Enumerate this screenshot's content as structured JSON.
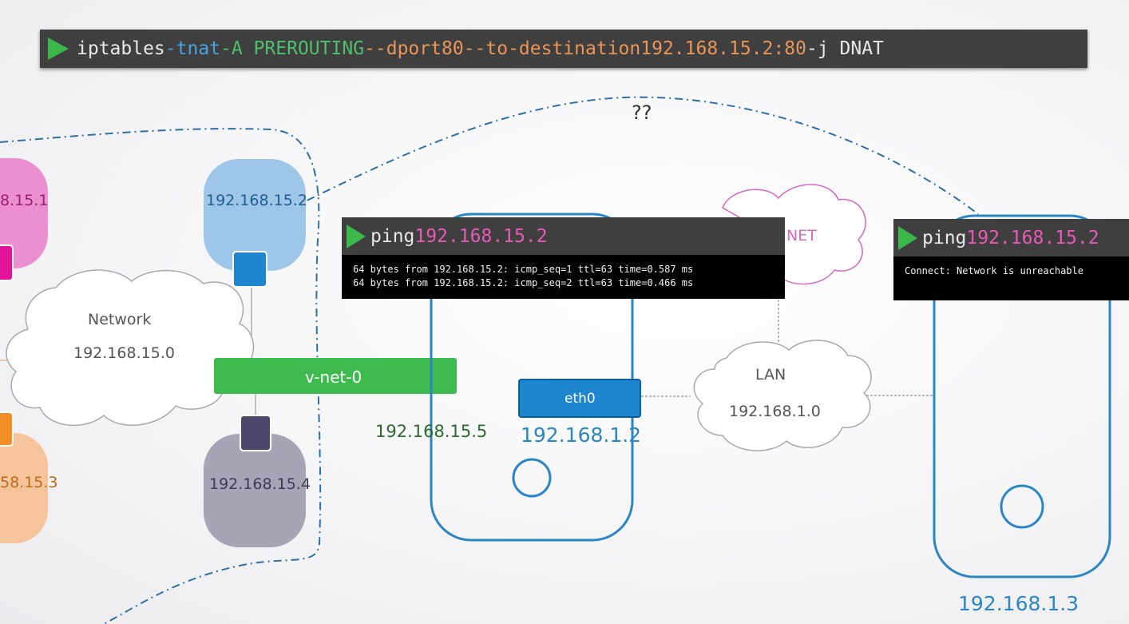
{
  "command": {
    "prefix": "iptables",
    "flag_t": "-t",
    "table": "nat",
    "chain": "-A PREROUTING",
    "dport_flag": "--dport",
    "dport": "80",
    "dest_flag": "--to-destination",
    "dest": "192.168.15.2:80",
    "jump": "-j DNAT"
  },
  "question": "??",
  "nodes": {
    "pink_ip": "8.15.1",
    "blue_ip": "192.168.15.2",
    "orange_ip": "58.15.3",
    "gray_ip": "192.168.15.4"
  },
  "network_cloud": {
    "title": "Network",
    "subnet": "192.168.15.0"
  },
  "bridge": {
    "label": "v-net-0",
    "ip": "192.168.15.5"
  },
  "host1": {
    "iface": "eth0",
    "ip": "192.168.1.2"
  },
  "lan_cloud": {
    "title": "LAN",
    "subnet": "192.168.1.0"
  },
  "internet_cloud": {
    "label": "NET"
  },
  "host2": {
    "ip": "192.168.1.3"
  },
  "terminal1": {
    "cmd": "ping",
    "target": "192.168.15.2",
    "line1": "64 bytes from 192.168.15.2: icmp_seq=1 ttl=63 time=0.587 ms",
    "line2": "64 bytes from 192.168.15.2: icmp_seq=2 ttl=63 time=0.466 ms"
  },
  "terminal2": {
    "cmd": "ping",
    "target": "192.168.15.2",
    "line1": "Connect: Network is unreachable"
  },
  "colors": {
    "host_border": "#2a86c4",
    "bridge": "#3fba4f",
    "eth0": "#2a86c4",
    "pink": "#ec8fcf",
    "blue": "#9dc6e8",
    "orange": "#f5c49b",
    "gray": "#a7a4b6"
  }
}
